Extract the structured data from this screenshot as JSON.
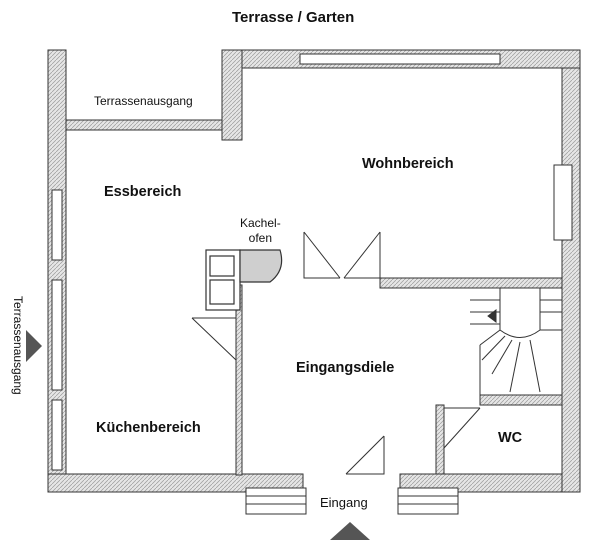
{
  "plan": {
    "top_label": "Terrasse / Garten",
    "rooms": {
      "essbereich": "Essbereich",
      "wohnbereich": "Wohnbereich",
      "eingangsdiele": "Eingangsdiele",
      "kuechenbereich": "Küchenbereich",
      "wc": "WC"
    },
    "labels": {
      "terrassenausgang_top": "Terrassenausgang",
      "terrassenausgang_side": "Terrassenausgang",
      "kachelofen_line1": "Kachel-",
      "kachelofen_line2": "ofen",
      "eingang": "Eingang"
    },
    "colors": {
      "wall_fill": "#e4e4e4",
      "line": "#333333"
    }
  }
}
